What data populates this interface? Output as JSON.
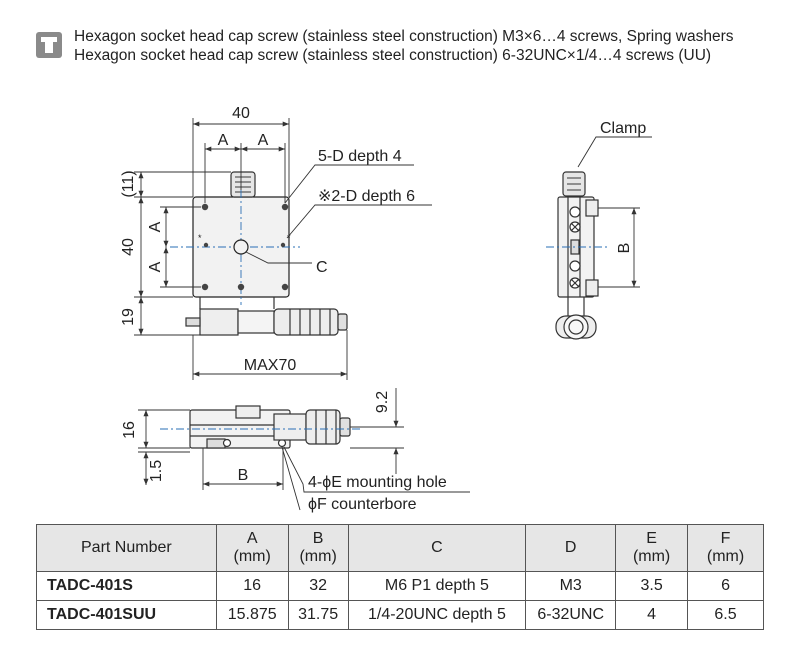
{
  "note": {
    "icon": "screw-note-icon",
    "line1": "Hexagon socket head cap screw (stainless steel construction) M3×6…4 screws, Spring washers",
    "line2": "Hexagon socket head cap screw (stainless steel construction) 6-32UNC×1/4…4 screws (UU)"
  },
  "drawing": {
    "top_view": {
      "width_dim": "40",
      "a_left": "A",
      "a_right": "A",
      "offset_dim": "(11)",
      "height_dim": "40",
      "a_upper": "A",
      "a_lower": "A",
      "micrometer_dim": "19",
      "max_dim": "MAX70",
      "tap_label": "5-D depth 4",
      "marked_tap_label": "※2-D depth 6",
      "center_label": "C",
      "tap_mark": "*"
    },
    "side_view": {
      "clamp_label": "Clamp",
      "b_dim": "B"
    },
    "front_view": {
      "height_dim": "16",
      "top_offset_dim": "9.2",
      "bottom_offset_dim": "1.5",
      "b_dim": "B",
      "mount_label": "4-ϕE mounting hole",
      "counterbore_label": "ϕF counterbore"
    }
  },
  "table": {
    "headers": [
      {
        "main": "Part Number",
        "unit": ""
      },
      {
        "main": "A",
        "unit": "(mm)"
      },
      {
        "main": "B",
        "unit": "(mm)"
      },
      {
        "main": "C",
        "unit": ""
      },
      {
        "main": "D",
        "unit": ""
      },
      {
        "main": "E",
        "unit": "(mm)"
      },
      {
        "main": "F",
        "unit": "(mm)"
      }
    ],
    "rows": [
      [
        "TADC-401S",
        "16",
        "32",
        "M6 P1 depth 5",
        "M3",
        "3.5",
        "6"
      ],
      [
        "TADC-401SUU",
        "15.875",
        "31.75",
        "1/4-20UNC depth 5",
        "6-32UNC",
        "4",
        "6.5"
      ]
    ]
  }
}
